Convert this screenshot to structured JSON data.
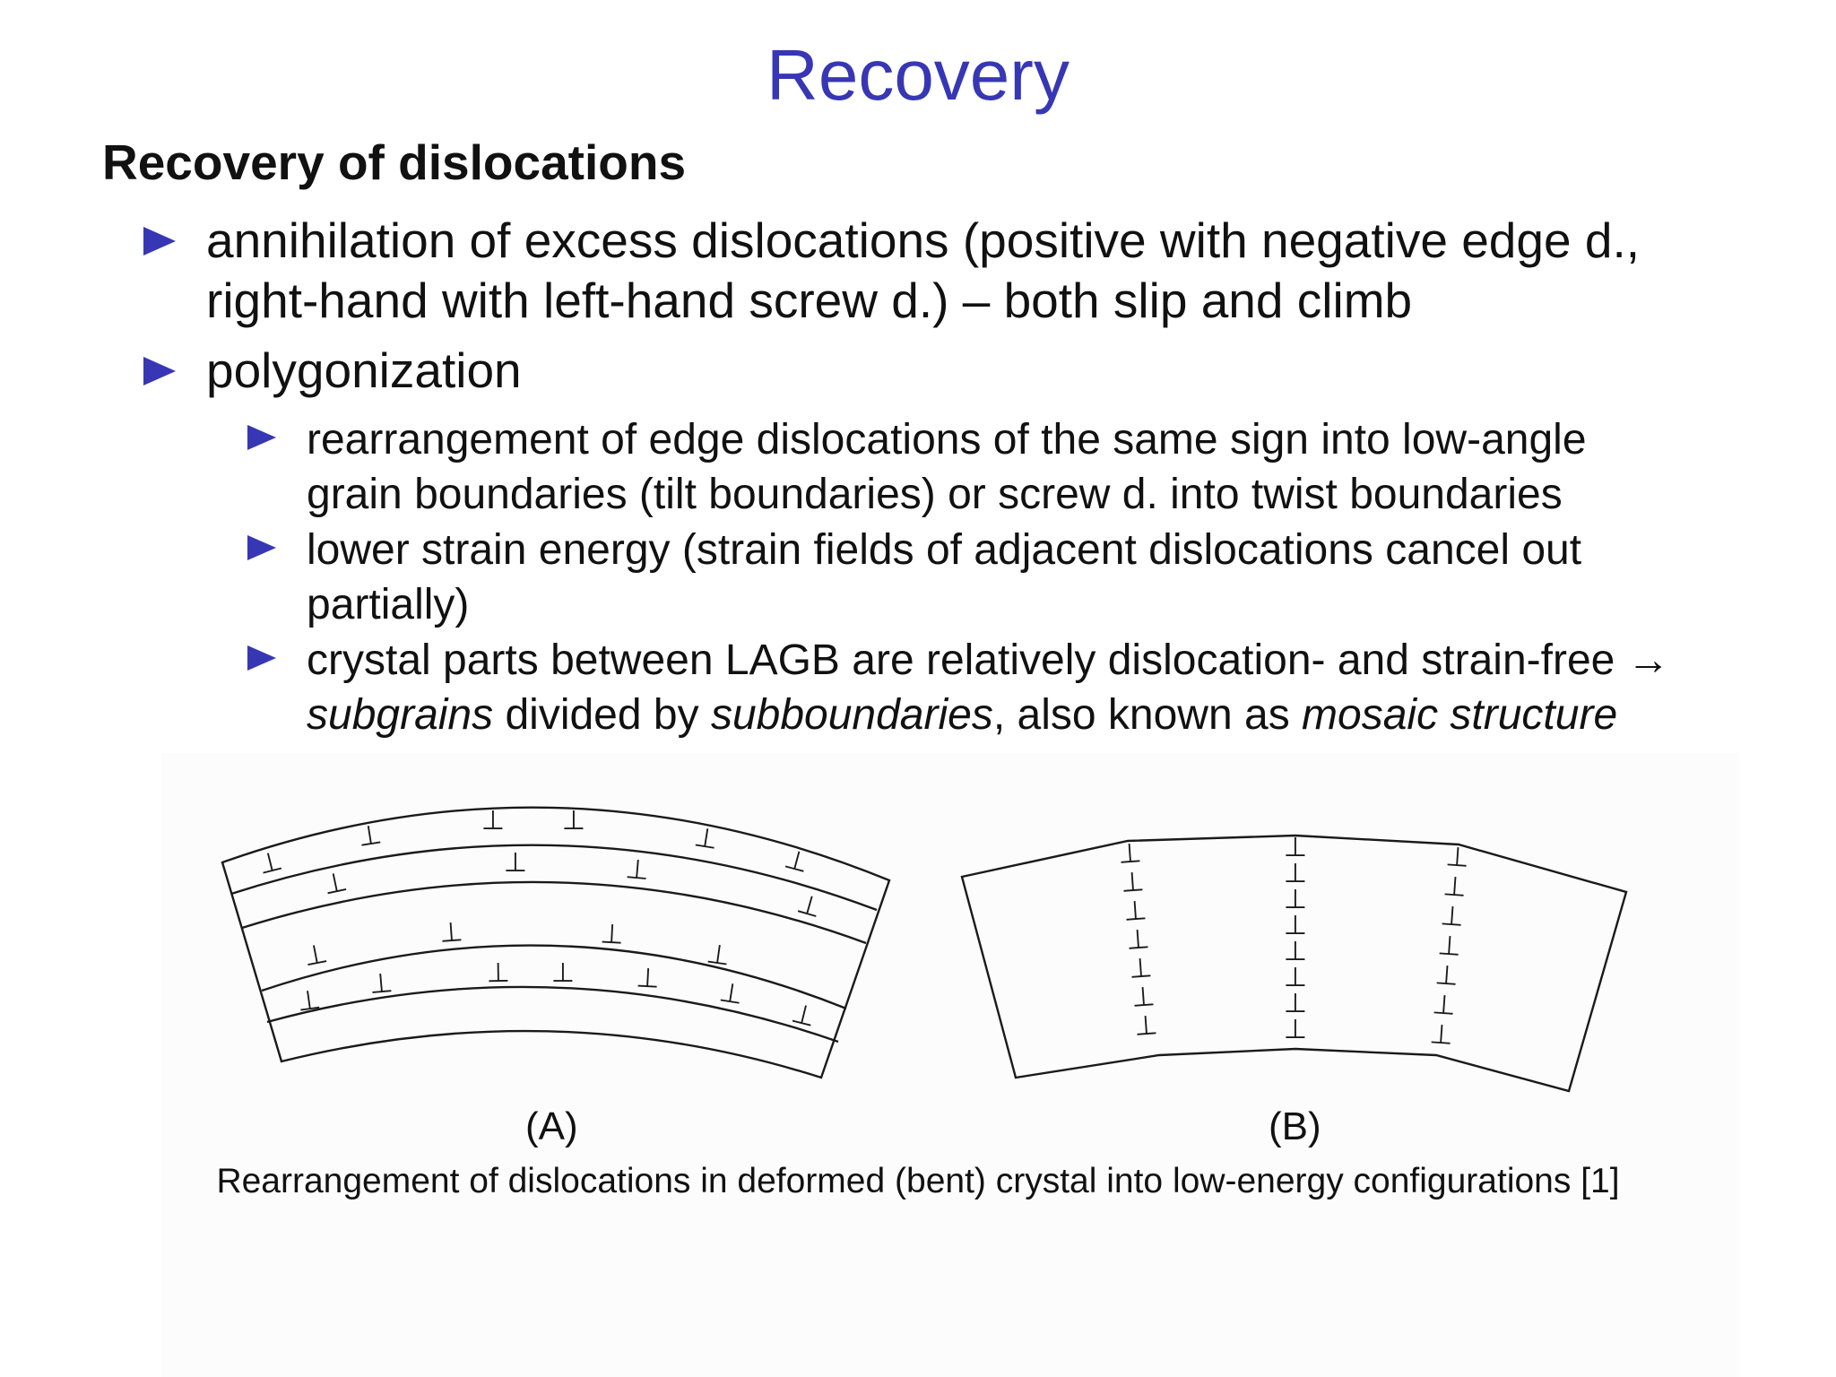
{
  "slide": {
    "title": "Recovery",
    "subtitle": "Recovery of dislocations",
    "bullets": [
      {
        "line1": "annihilation of excess dislocations (positive with negative edge d.,",
        "line2": "right-hand with left-hand screw d.) – both slip and climb"
      },
      {
        "text": "polygonization"
      }
    ],
    "sub_bullets": [
      {
        "line1": "rearrangement of edge dislocations of the same sign into low-angle",
        "line2": "grain boundaries (tilt boundaries) or screw d. into twist boundaries"
      },
      {
        "line1": "lower strain energy (strain fields of adjacent dislocations cancel out",
        "line2": "partially)"
      },
      {
        "line1": "crystal parts between LAGB are relatively dislocation- and strain-free →",
        "l2_a": "subgrains",
        "l2_b": " divided by ",
        "l2_c": "subboundaries",
        "l2_d": ", also known as ",
        "l2_e": "mosaic structure"
      }
    ]
  },
  "figure": {
    "label_a": "(A)",
    "label_b": "(B)",
    "caption": "Rearrangement of dislocations in deformed (bent) crystal into low-energy configurations [1]",
    "dislocation_symbol": "⊥"
  },
  "colors": {
    "accent": "#3737b5",
    "text": "#111111"
  }
}
